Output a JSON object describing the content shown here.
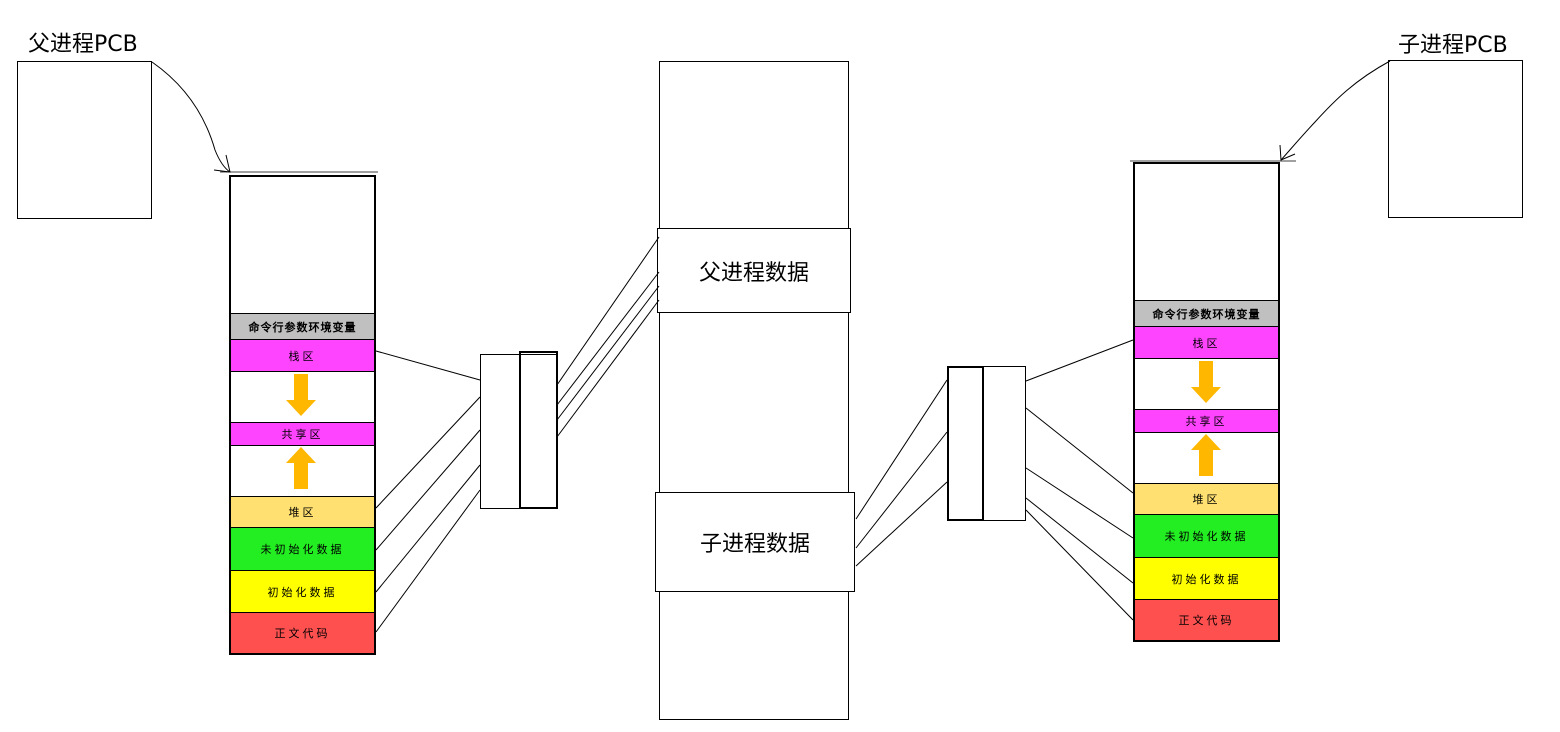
{
  "parent": {
    "pcb_label": "父进程PCB",
    "segments": {
      "args_env": "命令行参数环境变量",
      "stack": "栈区",
      "shared": "共享区",
      "heap": "堆区",
      "bss": "未初始化数据",
      "data": "初始化数据",
      "text": "正文代码"
    }
  },
  "child": {
    "pcb_label": "子进程PCB",
    "segments": {
      "args_env": "命令行参数环境变量",
      "stack": "栈区",
      "shared": "共享区",
      "heap": "堆区",
      "bss": "未初始化数据",
      "data": "初始化数据",
      "text": "正文代码"
    }
  },
  "physical_memory": {
    "parent_data": "父进程数据",
    "child_data": "子进程数据"
  },
  "colors": {
    "args_env": "#c0c0c0",
    "stack": "#ff44ff",
    "shared": "#ff44ff",
    "heap": "#ffe070",
    "bss": "#22ee22",
    "data": "#ffff00",
    "text": "#ff5050",
    "arrow": "#ffb700"
  }
}
